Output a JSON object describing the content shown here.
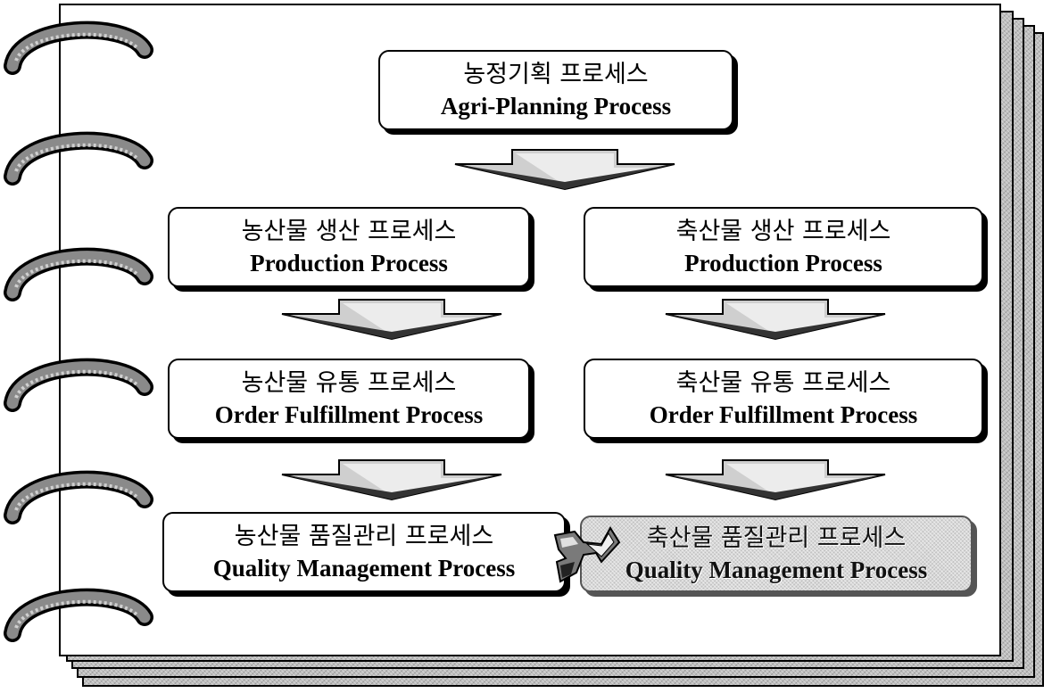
{
  "diagram": {
    "top": {
      "korean": "농정기획 프로세스",
      "english": "Agri-Planning Process"
    },
    "left_column": [
      {
        "korean": "농산물 생산 프로세스",
        "english": "Production Process"
      },
      {
        "korean": "농산물 유통 프로세스",
        "english": "Order Fulfillment Process"
      },
      {
        "korean": "농산물 품질관리 프로세스",
        "english": "Quality Management Process"
      }
    ],
    "right_column": [
      {
        "korean": "축산물 생산 프로세스",
        "english": "Production Process"
      },
      {
        "korean": "축산물 유통 프로세스",
        "english": "Order Fulfillment Process"
      },
      {
        "korean": "축산물 품질관리 프로세스",
        "english": "Quality Management Process"
      }
    ]
  },
  "colors": {
    "box_fill": "#ffffff",
    "box_border": "#000000",
    "highlight_fill": "#d8d8d8",
    "arrow_fill": "#cfcfcf"
  },
  "icons": [
    "binder-ring-icon",
    "down-arrow-icon",
    "link-arrow-icon"
  ]
}
